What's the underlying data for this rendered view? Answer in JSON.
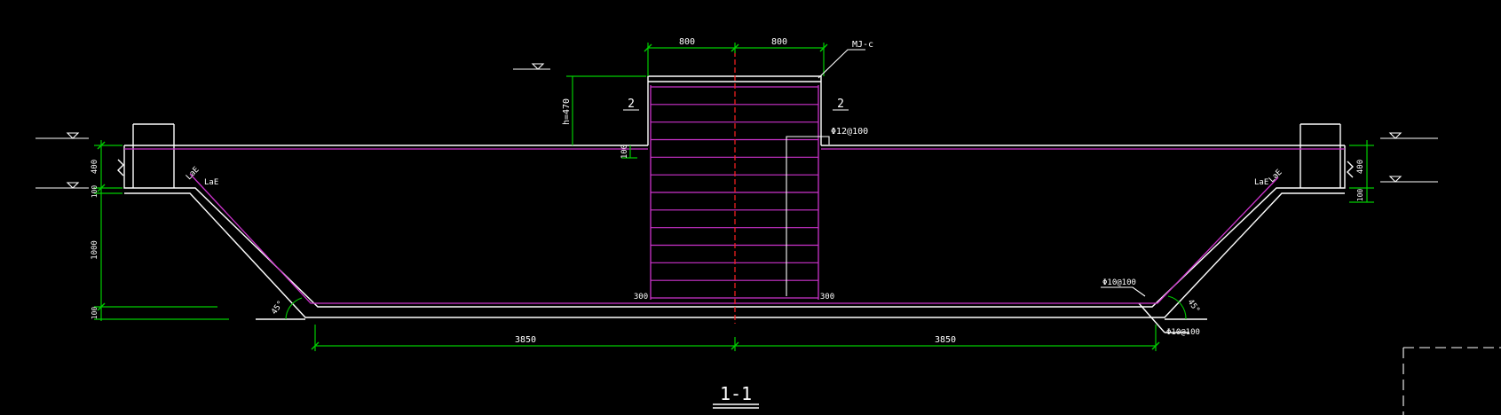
{
  "drawing": {
    "section_title": "1-1",
    "section_marks": {
      "left": "2",
      "right": "2"
    },
    "dims": {
      "top_left": "800",
      "top_right": "800",
      "height_h": "h=470",
      "step_100": "100",
      "left_400": "400",
      "left_100a": "100",
      "left_1000": "1000",
      "left_100b": "100",
      "right_400": "400",
      "right_100": "100",
      "bottom_left": "3850",
      "bottom_right": "3850",
      "base_left_300": "300",
      "base_right_300": "300"
    },
    "annotations": {
      "mj": "MJ-c",
      "rebar_top": "Φ12@100",
      "rebar_right": "Φ10@100",
      "rebar_bottom": "Φ10@100",
      "lae_left_a": "LaE",
      "lae_left_b": "LaE",
      "lae_right_a": "LaE",
      "lae_right_b": "LaE",
      "angle_left": "45°",
      "angle_right": "45°"
    },
    "colors": {
      "background": "#000000",
      "outline": "#ffffff",
      "rebar": "#cc33cc",
      "dimension": "#00cc00",
      "centerline": "#ff2222"
    }
  }
}
